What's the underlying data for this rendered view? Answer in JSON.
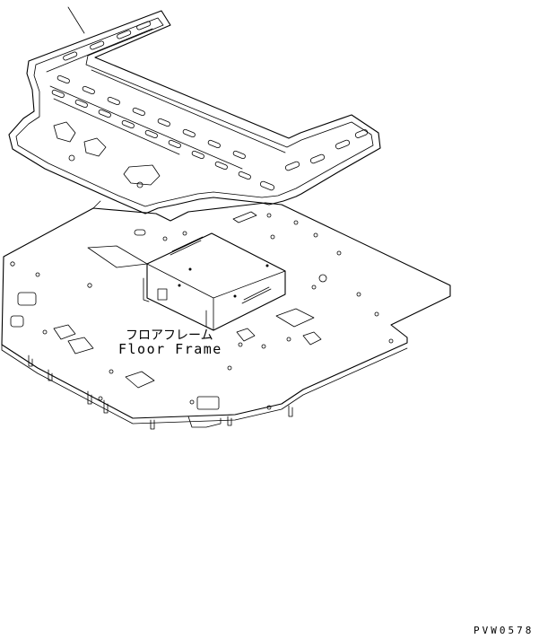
{
  "labels": {
    "floor_frame_jp": "フロアフレーム",
    "floor_frame_en": "Floor Frame",
    "drawing_code": "PVW0578"
  }
}
